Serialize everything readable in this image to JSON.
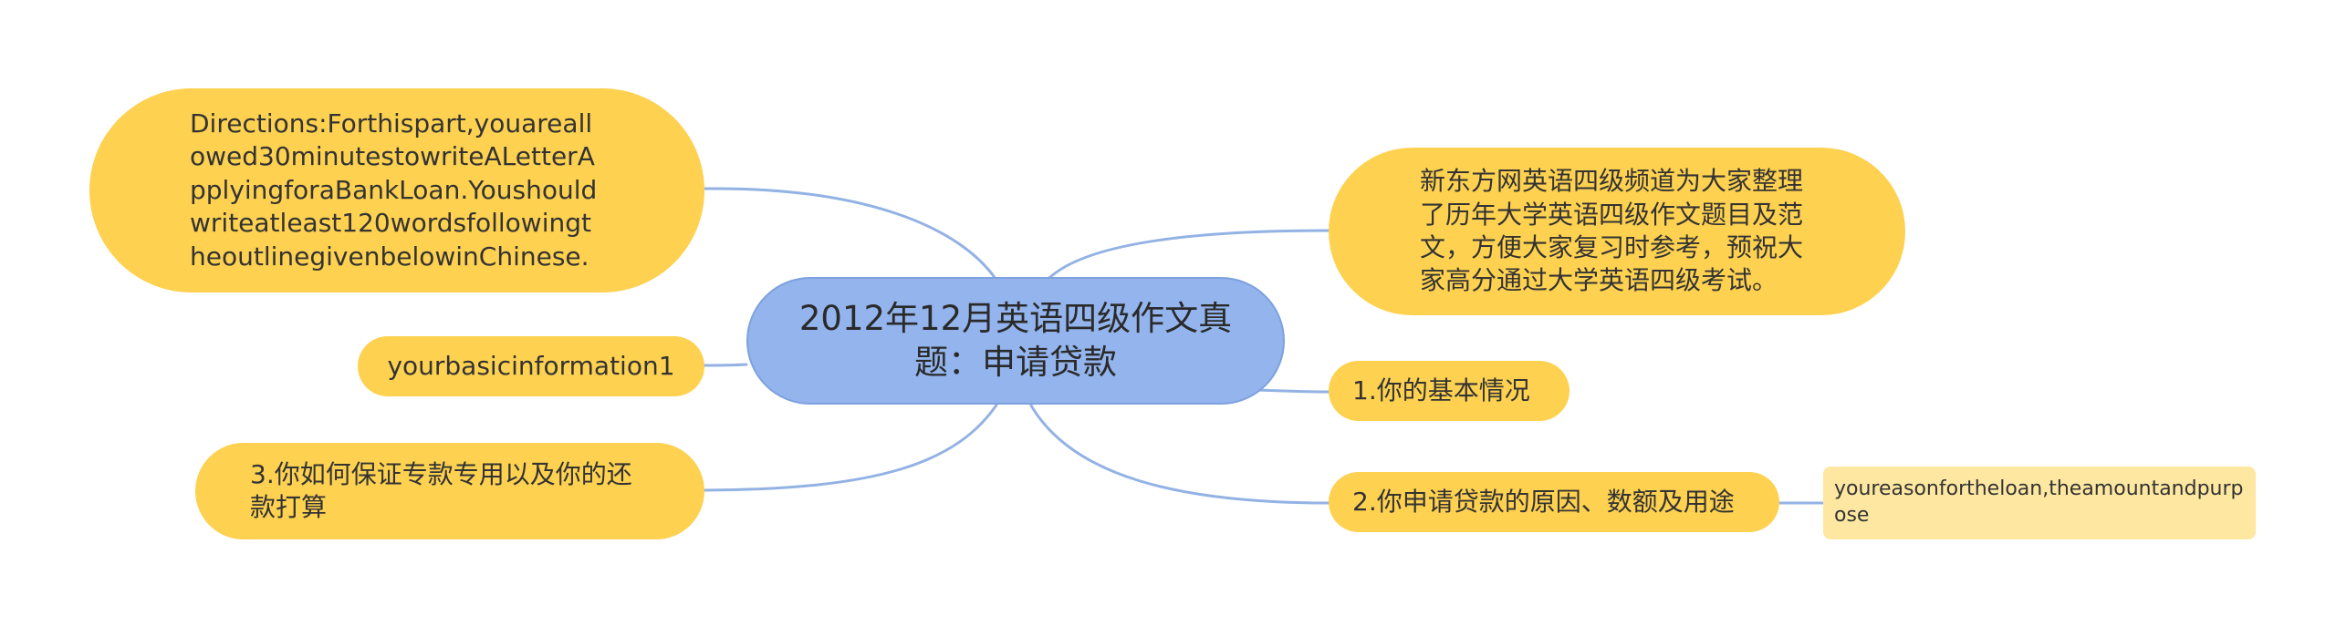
{
  "root": {
    "text": "2012年12月英语四级作文真题：申请贷款"
  },
  "left": {
    "directions": "Directions:Forthispart,youareallowed30minutestowriteALetterApplyingforaBankLoan.Youshouldwriteatleast120wordsfollowingtheoutlinegivenbelowinChinese.",
    "basic_info": "yourbasicinformation1",
    "guarantee": "3.你如何保证专款专用以及你的还款打算"
  },
  "right": {
    "intro": "新东方网英语四级频道为大家整理了历年大学英语四级作文题目及范文，方便大家复习时参考，预祝大家高分通过大学英语四级考试。",
    "point1": "1.你的基本情况",
    "point2": "2.你申请贷款的原因、数额及用途",
    "point2_child": "youreasonfortheloan,theamountandpurpose"
  },
  "colors": {
    "root_fill": "#93b4ec",
    "branch_fill": "#fed150",
    "leaf_fill": "#fee8a1",
    "link": "#93b2e4",
    "text": "#333333"
  }
}
